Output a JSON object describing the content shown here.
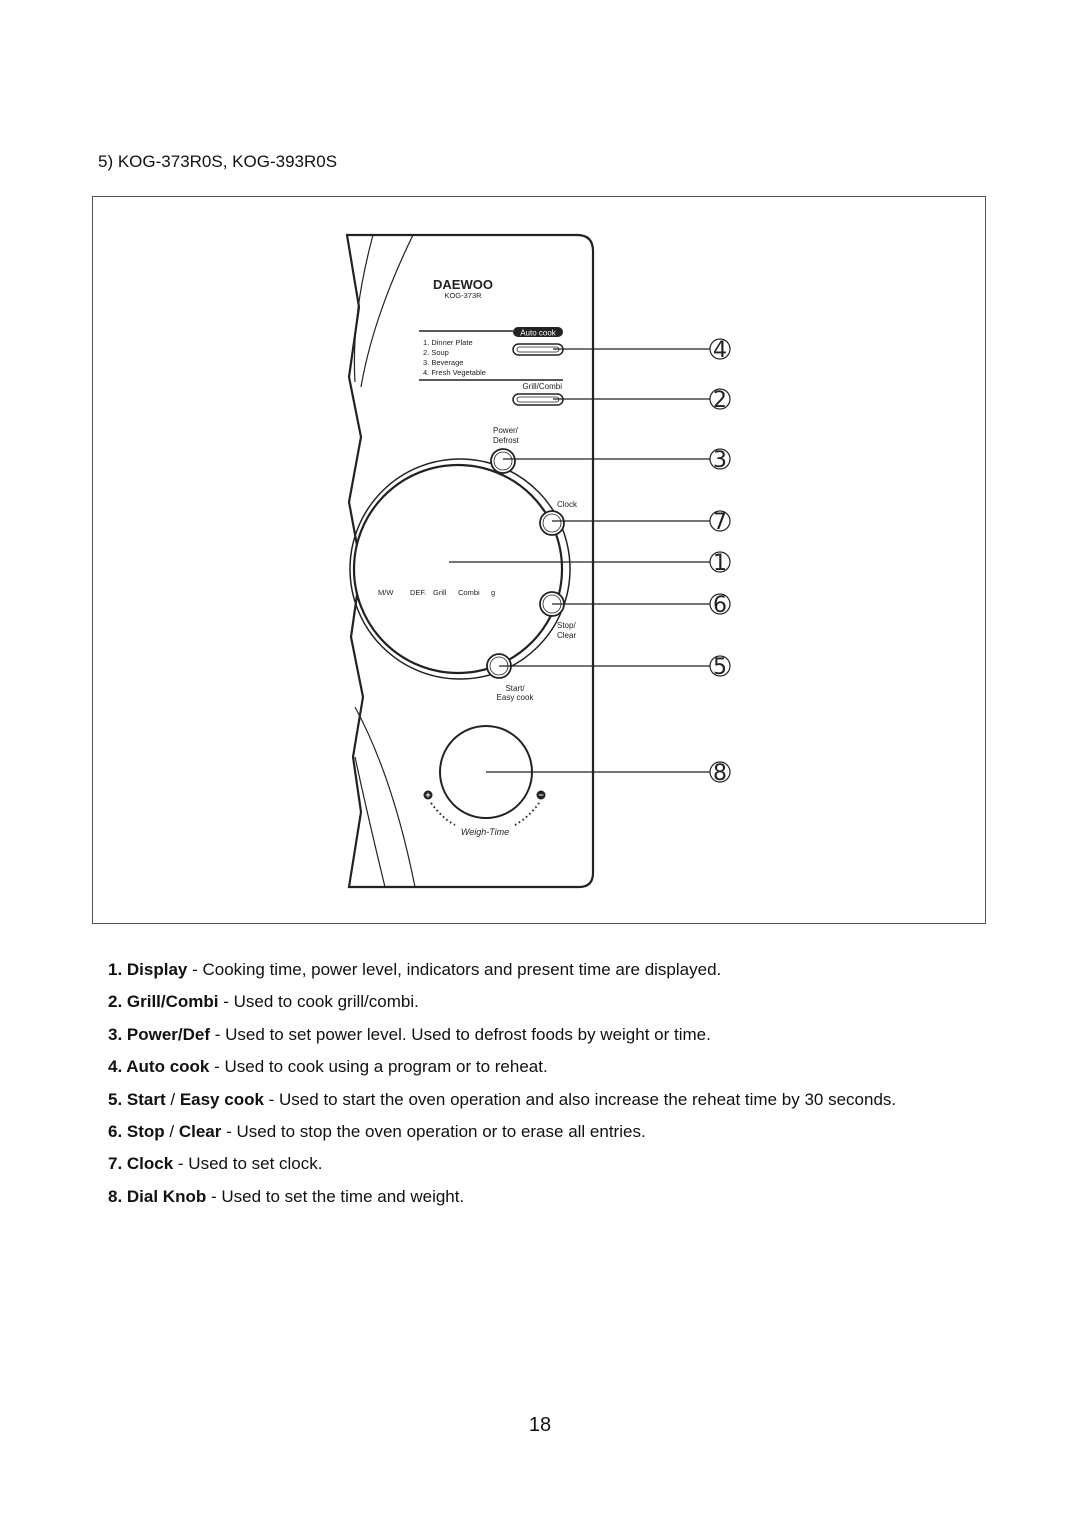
{
  "section_title": "5) KOG-373R0S, KOG-393R0S",
  "panel": {
    "brand": "DAEWOO",
    "model": "KOG-373R",
    "auto_cook_label": "Auto cook",
    "menu_items": [
      "1. Dinner Plate",
      "2. Soup",
      "3. Beverage",
      "4. Fresh Vegetable"
    ],
    "grill_combi_label": "Grill/Combi",
    "power_label_1": "Power/",
    "power_label_2": "Defrost",
    "clock_label": "Clock",
    "display_indicators": {
      "mw": "M/W",
      "def": "DEF.",
      "grill": "Grill",
      "combi": "Combi",
      "g": "g"
    },
    "stop_label_1": "Stop/",
    "stop_label_2": "Clear",
    "start_label_1": "Start/",
    "start_label_2": "Easy cook",
    "dial_plus": "+",
    "dial_minus": "−",
    "dial_label": "Weigh-Time"
  },
  "callouts": [
    "4",
    "2",
    "3",
    "7",
    "1",
    "6",
    "5",
    "8"
  ],
  "descriptions": [
    {
      "term": "1. Display",
      "text": " - Cooking time, power level, indicators and present time are displayed."
    },
    {
      "term": "2. Grill/Combi",
      "text": " - Used to cook grill/combi."
    },
    {
      "term": "3. Power/Def",
      "text": " - Used to set power level. Used to defrost foods by weight or time."
    },
    {
      "term": "4. Auto cook",
      "text": " - Used to cook using a program or to reheat."
    },
    {
      "term": "5. Start",
      "sep": " / ",
      "term2": "Easy cook",
      "text": " - Used to start the oven operation and also increase the reheat time by 30 seconds."
    },
    {
      "term": "6. Stop",
      "sep": " / ",
      "term2": "Clear",
      "text": " - Used to stop the oven operation or to erase all entries."
    },
    {
      "term": "7. Clock",
      "text": " - Used to set clock."
    },
    {
      "term": "8. Dial Knob",
      "text": " - Used to set the time and weight."
    }
  ],
  "page_number": "18"
}
